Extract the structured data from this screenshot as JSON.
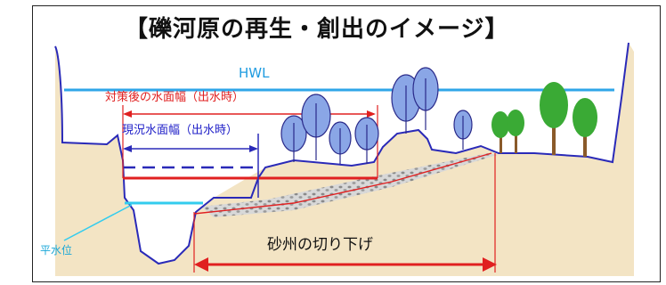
{
  "title": "【礫河原の再生・創出のイメージ】",
  "labels": {
    "hwl": "HWL",
    "after_width": "対策後の水面幅（出水時）",
    "current_width": "現況水面幅（出水時）",
    "normal_level": "平水位",
    "sandbar_cut": "砂州の切り下げ"
  },
  "colors": {
    "hwl_line": "#2fa6e8",
    "after_marker": "#e02020",
    "current_marker": "#2020c8",
    "normal_water": "#33ccee",
    "gravel": "#9a9a9a",
    "sand": "#f3e4c4",
    "tree_green": "#3aaa35",
    "tree_blue": "#7b9ae0"
  }
}
